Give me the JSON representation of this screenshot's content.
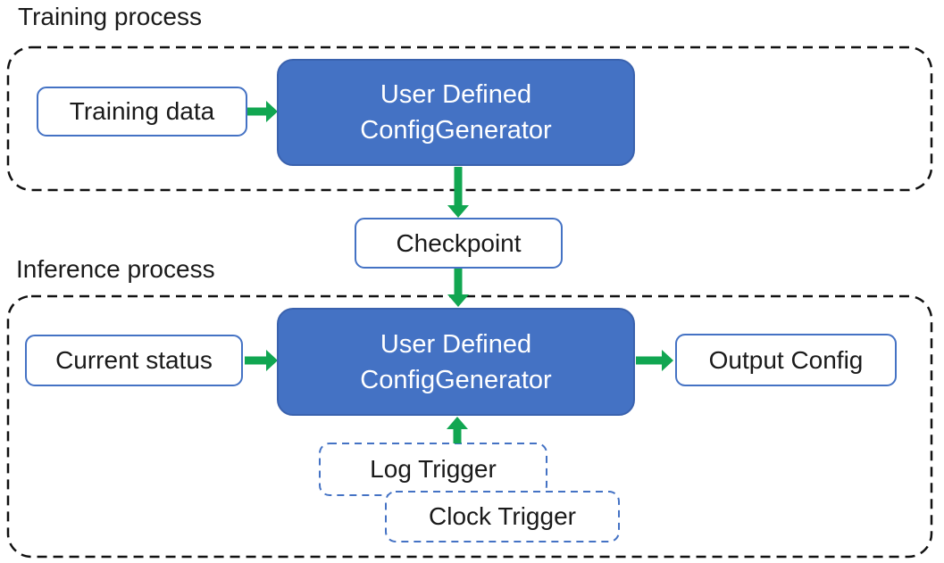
{
  "colors": {
    "generator_fill": "#4472C4",
    "generator_border": "#3A62AE",
    "io_box_border": "#4472C4",
    "trigger_box_border": "#4472C4",
    "arrow_green": "#11A651",
    "container_dash_black": "#111111",
    "text_dark": "#1a1a1a",
    "text_light": "#ffffff"
  },
  "training": {
    "section_label": "Training process",
    "input_label": "Training data",
    "generator_line1": "User Defined",
    "generator_line2": "ConfigGenerator"
  },
  "checkpoint_label": "Checkpoint",
  "inference": {
    "section_label": "Inference process",
    "input_label": "Current status",
    "generator_line1": "User Defined",
    "generator_line2": "ConfigGenerator",
    "output_label": "Output Config",
    "log_trigger_label": "Log Trigger",
    "clock_trigger_label": "Clock Trigger"
  }
}
